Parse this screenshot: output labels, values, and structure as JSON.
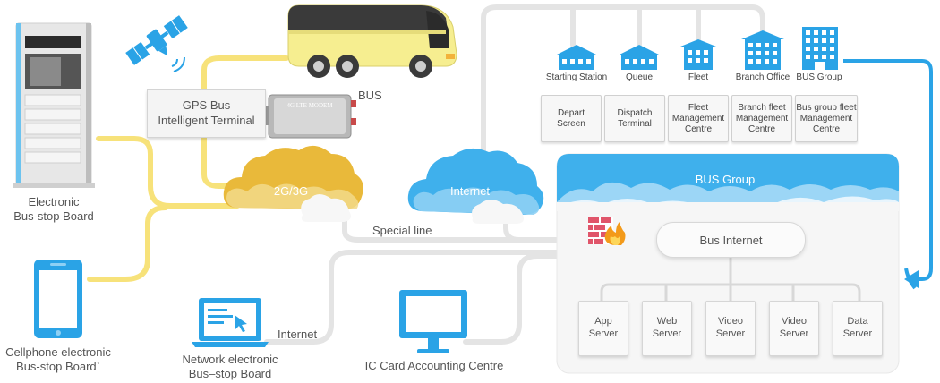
{
  "labels": {
    "electronic_board": "Electronic\nBus-stop Board",
    "cellphone_board": "Cellphone electronic\nBus-stop Board`",
    "network_board": "Network electronic\nBus–stop Board",
    "ic_card": "IC Card Accounting Centre",
    "gps_terminal": "GPS Bus\nIntelligent Terminal",
    "modem": "4G LTE MODEM",
    "bus": "BUS",
    "cloud_2g3g": "2G/3G",
    "cloud_internet": "Internet",
    "special_line": "Special line",
    "internet_line": "Internet",
    "bus_group_header": "BUS Group",
    "bus_internet": "Bus Internet"
  },
  "buildings": [
    {
      "label": "Starting Station"
    },
    {
      "label": "Queue"
    },
    {
      "label": "Fleet"
    },
    {
      "label": "Branch Office"
    },
    {
      "label": "BUS Group"
    }
  ],
  "cards": [
    {
      "label": "Depart\nScreen"
    },
    {
      "label": "Dispatch\nTerminal"
    },
    {
      "label": "Fleet\nManagement\nCentre"
    },
    {
      "label": "Branch fleet\nManagement\nCentre"
    },
    {
      "label": "Bus group fleet\nManagement\nCentre"
    }
  ],
  "servers": [
    {
      "label": "App\nServer"
    },
    {
      "label": "Web\nServer"
    },
    {
      "label": "Video\nServer"
    },
    {
      "label": "Video\nServer"
    },
    {
      "label": "Data\nServer"
    }
  ],
  "colors": {
    "yellow_line": "#f7e27a",
    "gray_line": "#e4e4e4",
    "blue": "#2aa3e6",
    "light_blue": "#5ec4f2",
    "gold_cloud": "#e9b93a",
    "bus_body": "#f6ee90"
  }
}
